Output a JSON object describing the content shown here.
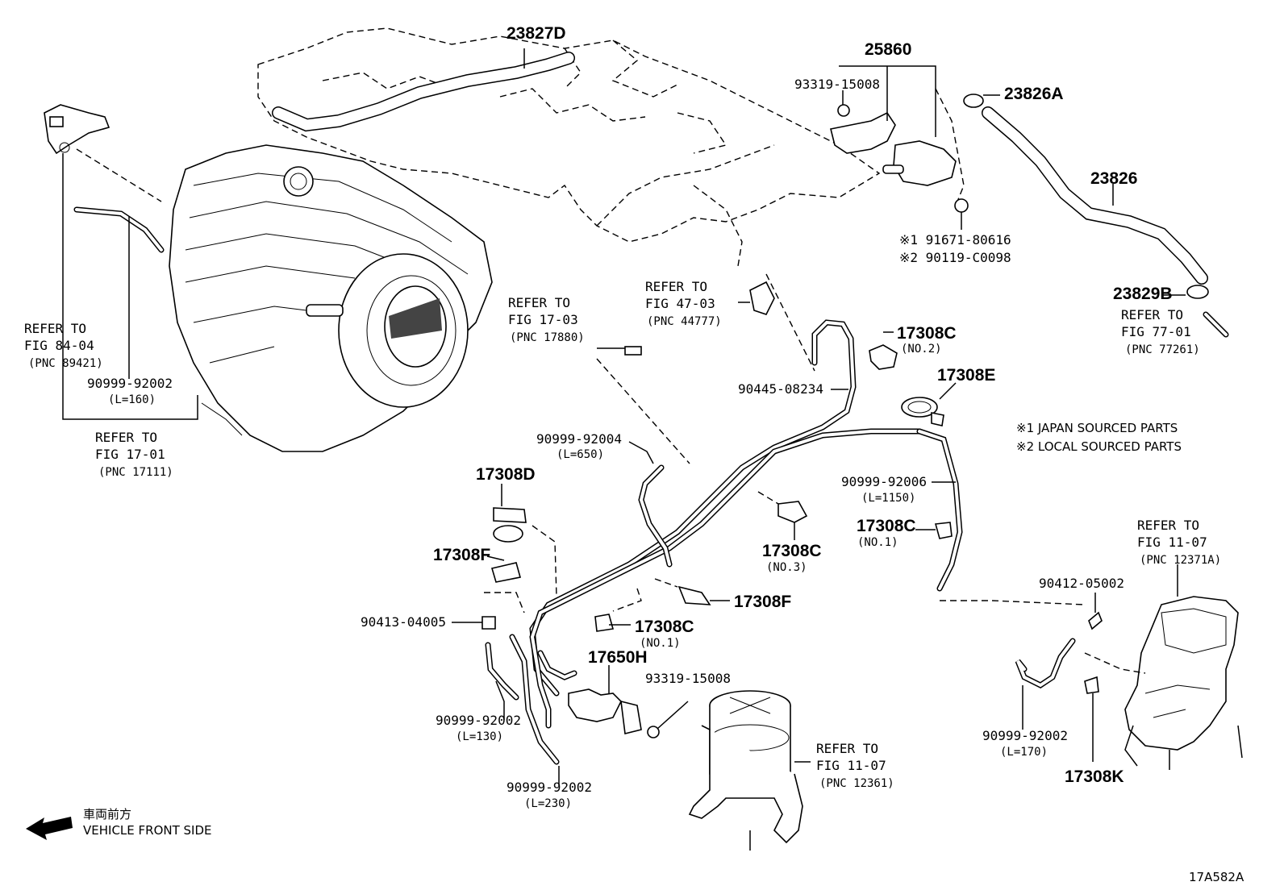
{
  "diagram": {
    "labels": {
      "p23827D": "23827D",
      "p25860": "25860",
      "p93319_15008_top": "93319-15008",
      "p23826A": "23826A",
      "p23826": "23826",
      "p91671": "※1 91671-80616",
      "p90119": "※2 90119-C0098",
      "p23829B": "23829B",
      "ref77_1": "REFER TO",
      "ref77_2": "FIG 77-01",
      "ref77_3": "(PNC 77261)",
      "ref84_1": "REFER TO",
      "ref84_2": "FIG 84-04",
      "ref84_3": "(PNC 89421)",
      "p90999_92002_a": "90999-92002",
      "p90999_92002_a_len": "(L=160)",
      "ref1701_1": "REFER TO",
      "ref1701_2": "FIG 17-01",
      "ref1701_3": "(PNC 17111)",
      "ref1703_1": "REFER TO",
      "ref1703_2": "FIG 17-03",
      "ref1703_3": "(PNC 17880)",
      "ref4703_1": "REFER TO",
      "ref4703_2": "FIG 47-03",
      "ref4703_3": "(PNC 44777)",
      "p17308C_no2": "17308C",
      "p17308C_no2_sub": "(NO.2)",
      "p90445": "90445-08234",
      "p17308E": "17308E",
      "note1": "※1 JAPAN SOURCED PARTS",
      "note2": "※2 LOCAL SOURCED PARTS",
      "p90999_92004": "90999-92004",
      "p90999_92004_len": "(L=650)",
      "p90999_92006": "90999-92006",
      "p90999_92006_len": "(L=1150)",
      "p17308D": "17308D",
      "p17308C_no1a": "17308C",
      "p17308C_no1a_sub": "(NO.1)",
      "p17308C_no3": "17308C",
      "p17308C_no3_sub": "(NO.3)",
      "p17308F_a": "17308F",
      "p17308F_b": "17308F",
      "p90413": "90413-04005",
      "p17308C_no1b": "17308C",
      "p17308C_no1b_sub": "(NO.1)",
      "p17650H": "17650H",
      "p93319_15008_bot": "93319-15008",
      "p90999_92002_b": "90999-92002",
      "p90999_92002_b_len": "(L=130)",
      "p90999_92002_c": "90999-92002",
      "p90999_92002_c_len": "(L=230)",
      "ref11_07a_1": "REFER TO",
      "ref11_07a_2": "FIG 11-07",
      "ref11_07a_3": "(PNC 12361)",
      "ref11_07b_1": "REFER TO",
      "ref11_07b_2": "FIG 11-07",
      "ref11_07b_3": "(PNC 12371A)",
      "p90412": "90412-05002",
      "p90999_92002_d": "90999-92002",
      "p90999_92002_d_len": "(L=170)",
      "p17308K": "17308K",
      "front_jp": "車両前方",
      "front_en": "VEHICLE FRONT SIDE",
      "fig_id": "17A582A"
    }
  }
}
